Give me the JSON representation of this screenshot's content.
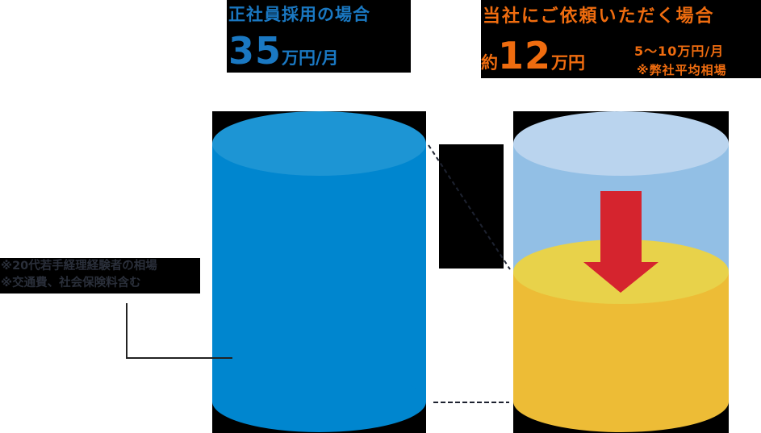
{
  "left_option": {
    "title": "正社員採用の場合",
    "price_value": "35",
    "price_unit": "万円/月",
    "notes": [
      "※20代若手経理経験者の相場",
      "※交通費、社会保険料含む"
    ]
  },
  "right_option": {
    "title": "当社にご依頼いただく場合",
    "price_prefix": "約",
    "price_value": "12",
    "price_unit": "万円",
    "range": "5〜10万円/月",
    "range_note": "※弊社平均相場"
  },
  "colors": {
    "left_accent": "#1a78c2",
    "right_accent": "#ef6c0f",
    "cyl_blue_top": "#1d95d4",
    "cyl_blue_body": "#0086cf",
    "cyl_light_top": "#bad4ee",
    "cyl_light_body": "#92bfe5",
    "cyl_yellow_top": "#e8d24a",
    "cyl_yellow_body": "#edbc36",
    "arrow": "#d5242e"
  },
  "chart_data": {
    "type": "bar",
    "title": "",
    "categories": [
      "正社員採用の場合",
      "当社にご依頼いただく場合"
    ],
    "values": [
      35,
      12
    ],
    "unit": "万円/月",
    "annotations": [
      "約12万円",
      "5〜10万円/月",
      "※弊社平均相場",
      "※20代若手経理経験者の相場",
      "※交通費、社会保険料含む"
    ]
  }
}
